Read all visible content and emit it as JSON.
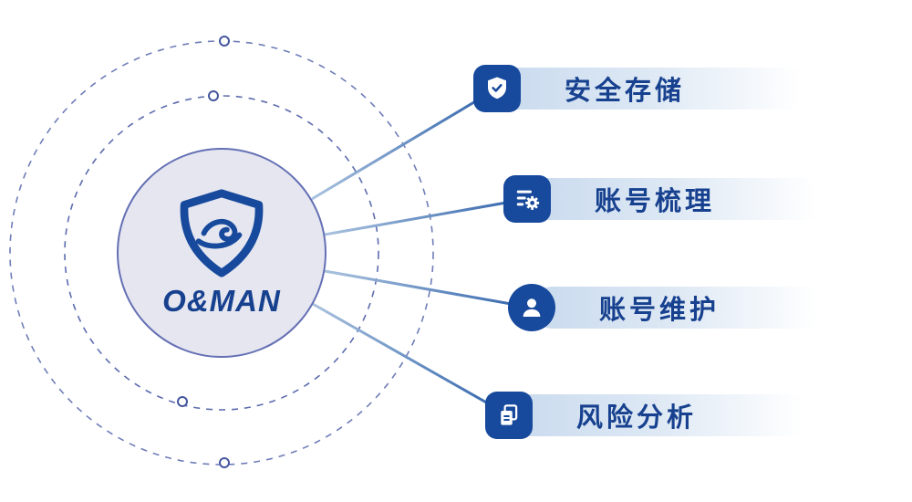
{
  "brand": {
    "name": "O&MAN",
    "logo_icon": "shield-wave-logo"
  },
  "features": [
    {
      "label": "安全存储",
      "icon": "shield-check-icon"
    },
    {
      "label": "账号梳理",
      "icon": "account-list-gear-icon"
    },
    {
      "label": "账号维护",
      "icon": "person-icon"
    },
    {
      "label": "风险分析",
      "icon": "documents-icon"
    }
  ],
  "colors": {
    "primary": "#17499c",
    "label_text": "#17418f",
    "hub_fill": "#e5e6f0",
    "hub_border": "#6470b4",
    "bar_gradient_start": "#c9daee",
    "dashed_arc": "#5d6cae",
    "connector_dark": "#2f62ab",
    "connector_light": "#a9c2de"
  }
}
